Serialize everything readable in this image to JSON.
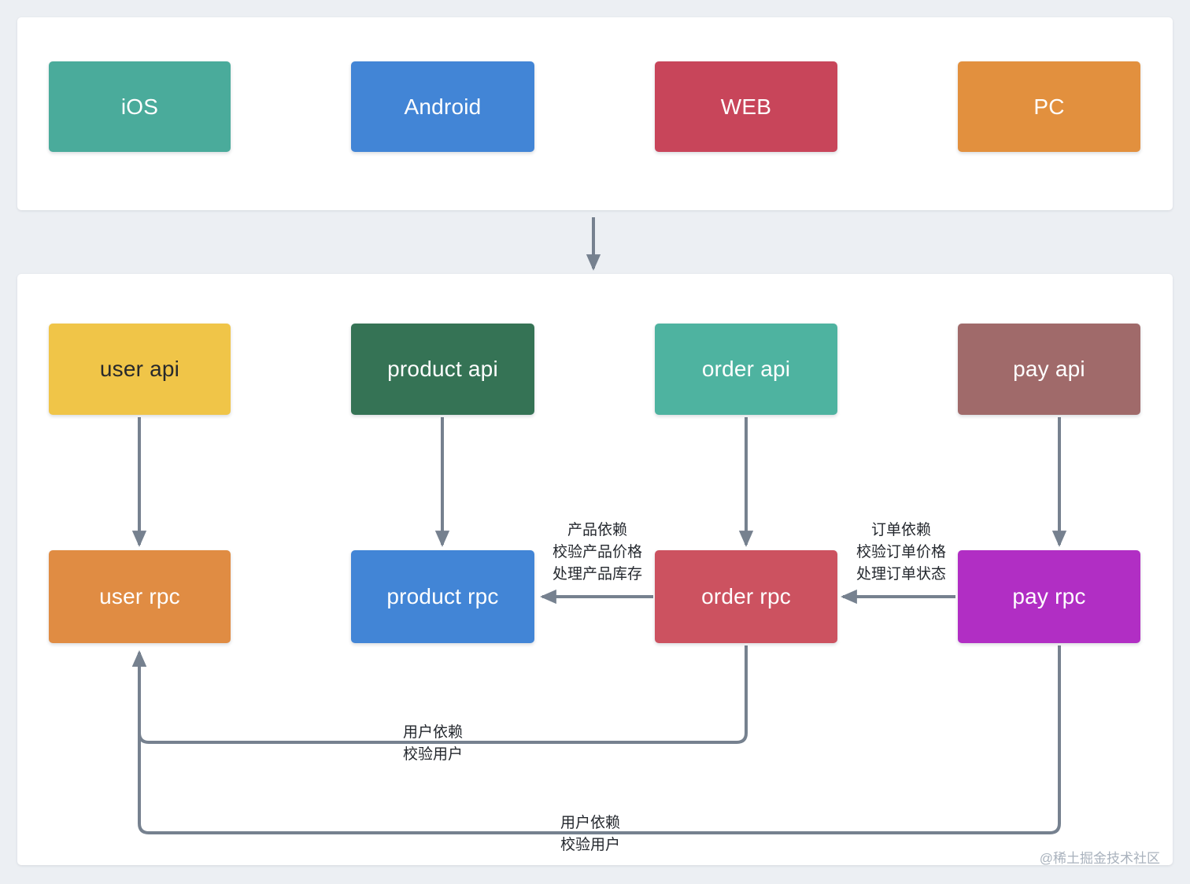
{
  "diagram": {
    "title": "microservice-layered-architecture",
    "background_color": "#eceff3",
    "panel_color": "#ffffff",
    "edge_color": "#76818f",
    "layers": [
      {
        "id": "client-layer",
        "nodes": [
          {
            "id": "ios",
            "label": "iOS",
            "color": "#4aab9b",
            "text_color": "#ffffff"
          },
          {
            "id": "android",
            "label": "Android",
            "color": "#4285d6",
            "text_color": "#ffffff"
          },
          {
            "id": "web",
            "label": "WEB",
            "color": "#c8455a",
            "text_color": "#ffffff"
          },
          {
            "id": "pc",
            "label": "PC",
            "color": "#e2903e",
            "text_color": "#ffffff"
          }
        ]
      },
      {
        "id": "service-layer",
        "api_nodes": [
          {
            "id": "user-api",
            "label": "user api",
            "color": "#f0c548",
            "text_color": "#27292c"
          },
          {
            "id": "product-api",
            "label": "product api",
            "color": "#357355",
            "text_color": "#ffffff"
          },
          {
            "id": "order-api",
            "label": "order api",
            "color": "#4eb3a0",
            "text_color": "#ffffff"
          },
          {
            "id": "pay-api",
            "label": "pay api",
            "color": "#a06a6a",
            "text_color": "#ffffff"
          }
        ],
        "rpc_nodes": [
          {
            "id": "user-rpc",
            "label": "user rpc",
            "color": "#e08c43",
            "text_color": "#ffffff"
          },
          {
            "id": "product-rpc",
            "label": "product rpc",
            "color": "#4285d6",
            "text_color": "#ffffff"
          },
          {
            "id": "order-rpc",
            "label": "order rpc",
            "color": "#cc5260",
            "text_color": "#ffffff"
          },
          {
            "id": "pay-rpc",
            "label": "pay rpc",
            "color": "#b12ec4",
            "text_color": "#ffffff"
          }
        ]
      }
    ],
    "edge_labels": {
      "product_dependency": "产品依赖\n校验产品价格\n处理产品库存",
      "order_dependency": "订单依赖\n校验订单价格\n处理订单状态",
      "user_dependency_from_order": "用户依赖\n校验用户",
      "user_dependency_from_pay": "用户依赖\n校验用户"
    },
    "edges": [
      {
        "from": "client-layer",
        "to": "service-layer",
        "kind": "arrow-down"
      },
      {
        "from": "user-api",
        "to": "user-rpc",
        "kind": "arrow-down"
      },
      {
        "from": "product-api",
        "to": "product-rpc",
        "kind": "arrow-down"
      },
      {
        "from": "order-api",
        "to": "order-rpc",
        "kind": "arrow-down"
      },
      {
        "from": "pay-api",
        "to": "pay-rpc",
        "kind": "arrow-down"
      },
      {
        "from": "order-rpc",
        "to": "product-rpc",
        "kind": "arrow-left",
        "label": "product_dependency"
      },
      {
        "from": "pay-rpc",
        "to": "order-rpc",
        "kind": "arrow-left",
        "label": "order_dependency"
      },
      {
        "from": "order-rpc",
        "to": "user-rpc",
        "kind": "arrow-routed",
        "label": "user_dependency_from_order"
      },
      {
        "from": "pay-rpc",
        "to": "user-rpc",
        "kind": "arrow-routed",
        "label": "user_dependency_from_pay"
      }
    ],
    "watermark": "@稀土掘金技术社区"
  }
}
